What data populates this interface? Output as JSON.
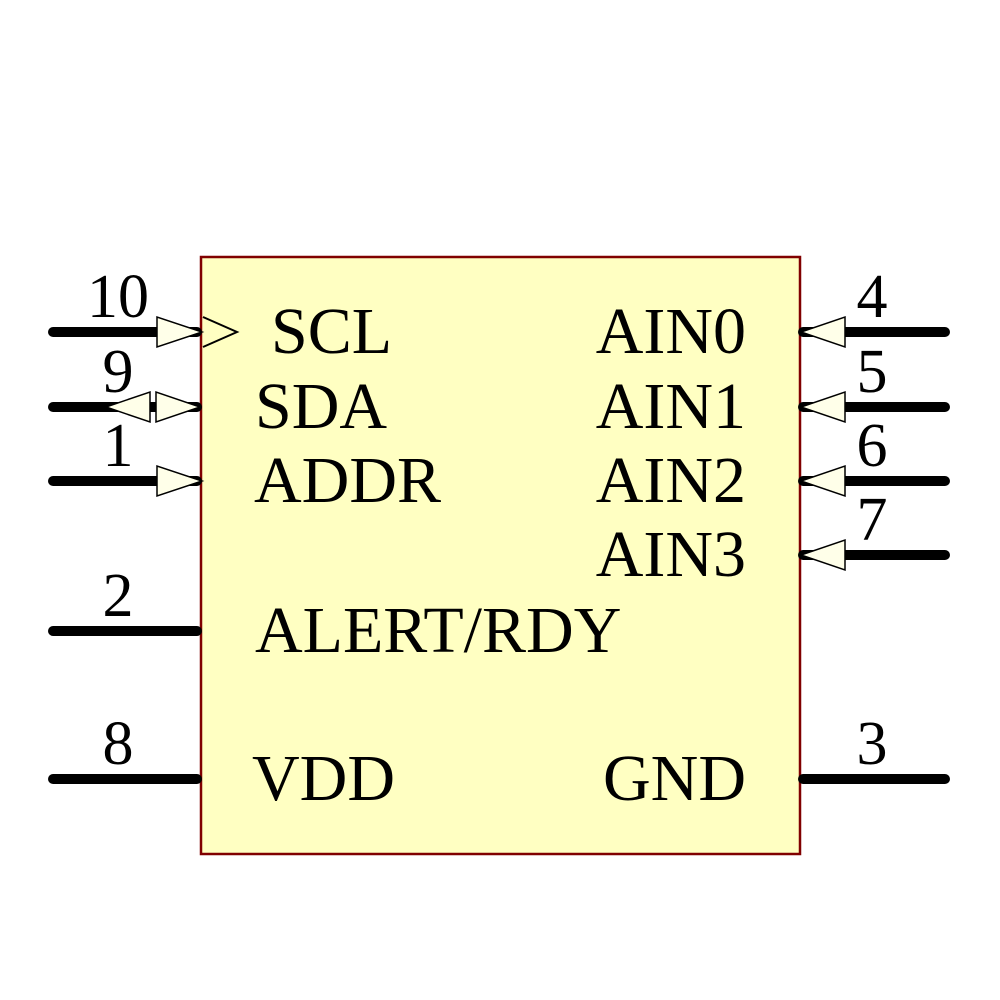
{
  "component": {
    "kind": "schematic-symbol",
    "pin_count": 10
  },
  "colors": {
    "body_fill": "#FFFFC2",
    "body_border": "#800000",
    "pin_line": "#000000",
    "arrow_fill": "#FFFFE9",
    "text_color": "#000000"
  },
  "pins": {
    "left": [
      {
        "number": "10",
        "label": "SCL",
        "arrow": "input-clock"
      },
      {
        "number": "9",
        "label": "SDA",
        "arrow": "bidirectional"
      },
      {
        "number": "1",
        "label": "ADDR",
        "arrow": "input"
      },
      {
        "number": "2",
        "label": "ALERT/RDY",
        "arrow": "none"
      },
      {
        "number": "8",
        "label": "VDD",
        "arrow": "none"
      }
    ],
    "right": [
      {
        "number": "4",
        "label": "AIN0",
        "arrow": "input"
      },
      {
        "number": "5",
        "label": "AIN1",
        "arrow": "input"
      },
      {
        "number": "6",
        "label": "AIN2",
        "arrow": "input"
      },
      {
        "number": "7",
        "label": "AIN3",
        "arrow": "input"
      },
      {
        "number": "3",
        "label": "GND",
        "arrow": "none"
      }
    ]
  }
}
